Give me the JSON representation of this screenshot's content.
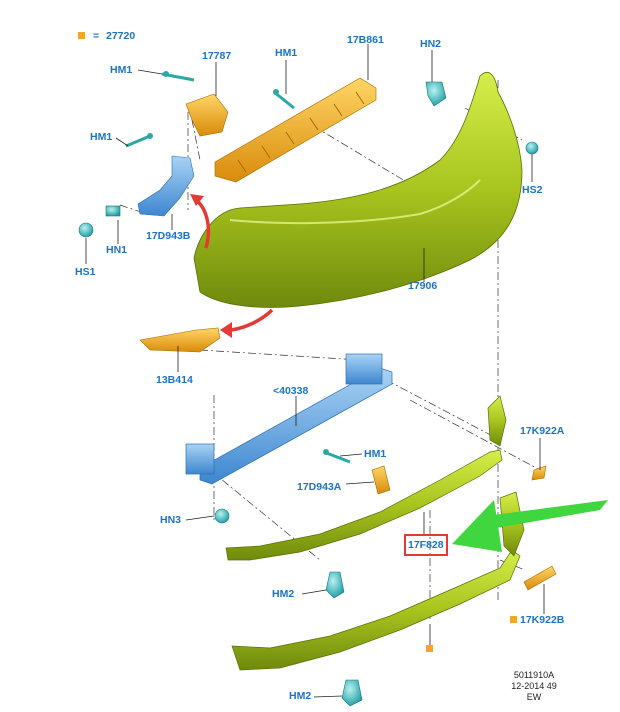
{
  "legend": {
    "code": "27720",
    "separator": "=",
    "marker_color": "#f5a623"
  },
  "labels": {
    "l17787": "17787",
    "lHM1a": "HM1",
    "lHM1b": "HM1",
    "lHM1c": "HM1",
    "lHM1d": "HM1",
    "l17B861": "17B861",
    "lHN2": "HN2",
    "lHS2": "HS2",
    "lHN1": "HN1",
    "lHS1": "HS1",
    "l17D943B": "17D943B",
    "l17906": "17906",
    "l13B414": "13B414",
    "l40338": "<40338",
    "l17K922A": "17K922A",
    "l17D943A": "17D943A",
    "lHN3": "HN3",
    "l17F828": "17F828",
    "lHM2a": "HM2",
    "lHM2b": "HM2",
    "l17K922B": "17K922B"
  },
  "reference": {
    "line1": "5011910A",
    "line2": "12-2014 49",
    "line3": "EW"
  },
  "colors": {
    "label": "#1b73c9",
    "bumper": "#a8c41e",
    "bracket": "#f2b21c",
    "beam": "#6aaee6",
    "fastener": "#3ec2c2",
    "arrow_red": "#e53935",
    "arrow_green": "#3fd63f",
    "highlight_box": "#e53935"
  },
  "icons": [
    "clip-icon",
    "screw-icon",
    "push-pin-icon",
    "marker-square-icon",
    "red-arrow-icon",
    "green-arrow-icon"
  ]
}
